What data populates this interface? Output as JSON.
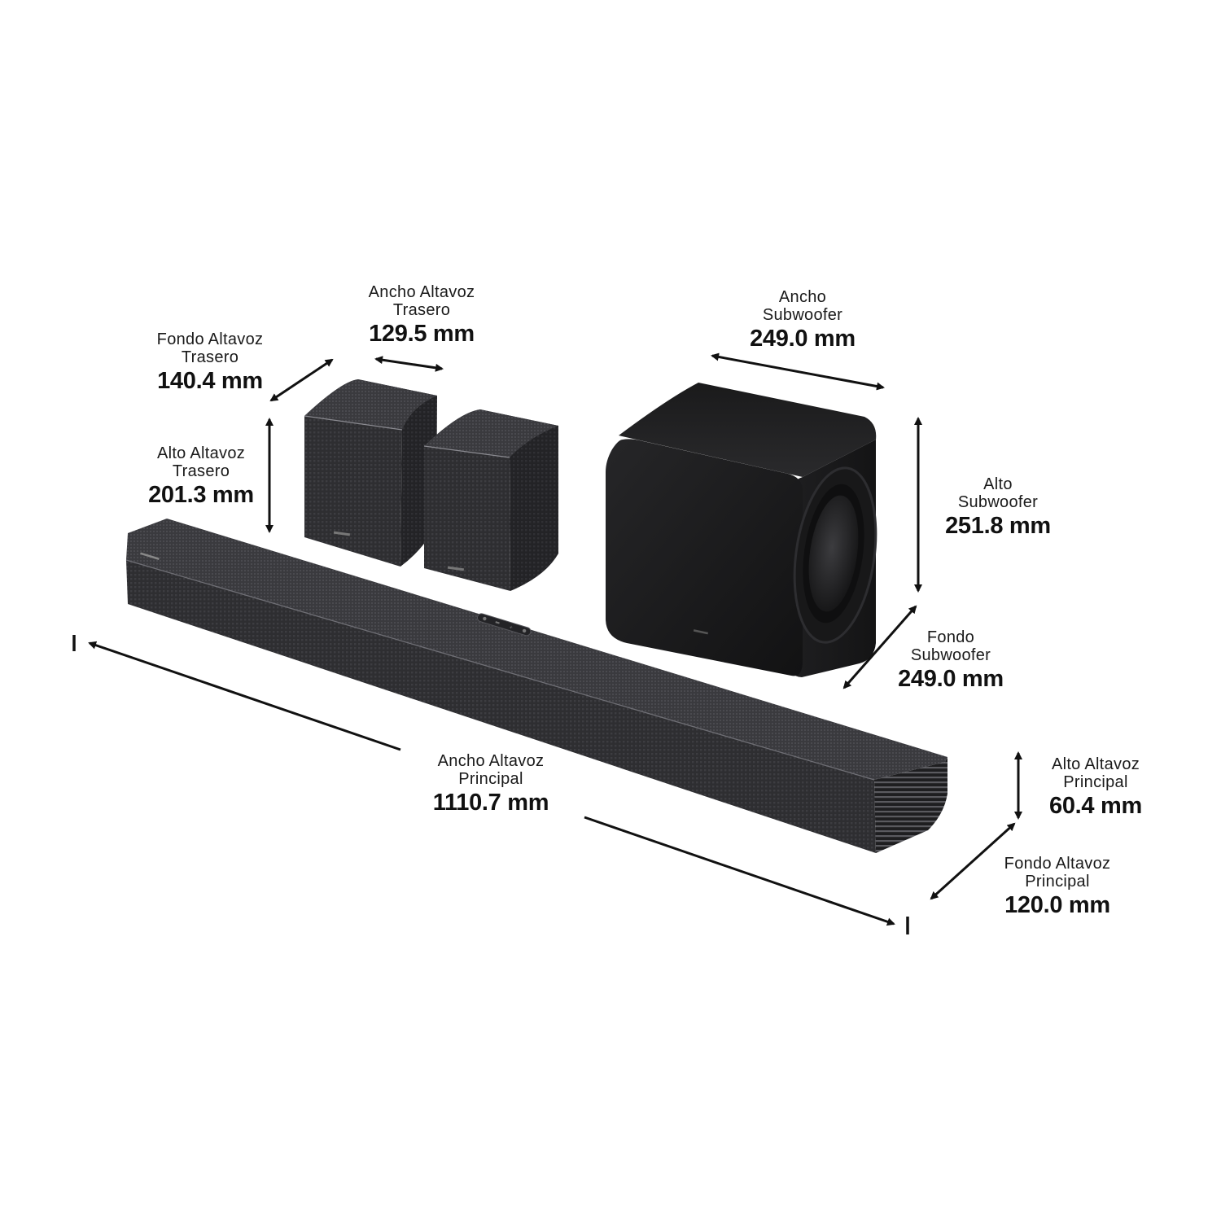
{
  "figure": {
    "subject": "Soundbar system dimensions",
    "colors": {
      "background": "#ffffff",
      "product_dark": "#1c1c1e",
      "product_mid": "#2c2c2e",
      "product_light": "#3a3a3d",
      "arrow": "#111111"
    }
  },
  "dimensions": {
    "rear_depth": {
      "name_line1": "Fondo Altavoz",
      "name_line2": "Trasero",
      "value": "140.4 mm"
    },
    "rear_width": {
      "name_line1": "Ancho Altavoz",
      "name_line2": "Trasero",
      "value": "129.5 mm"
    },
    "rear_height": {
      "name_line1": "Alto Altavoz",
      "name_line2": "Trasero",
      "value": "201.3 mm"
    },
    "sub_width": {
      "name_line1": "Ancho",
      "name_line2": "Subwoofer",
      "value": "249.0 mm"
    },
    "sub_height": {
      "name_line1": "Alto",
      "name_line2": "Subwoofer",
      "value": "251.8 mm"
    },
    "sub_depth": {
      "name_line1": "Fondo",
      "name_line2": "Subwoofer",
      "value": "249.0 mm"
    },
    "main_width": {
      "name_line1": "Ancho Altavoz",
      "name_line2": "Principal",
      "value": "1110.7 mm"
    },
    "main_height": {
      "name_line1": "Alto Altavoz",
      "name_line2": "Principal",
      "value": "60.4 mm"
    },
    "main_depth": {
      "name_line1": "Fondo Altavoz",
      "name_line2": "Principal",
      "value": "120.0 mm"
    }
  },
  "products": [
    {
      "id": "rear-speaker-left",
      "type": "rear speaker"
    },
    {
      "id": "rear-speaker-right",
      "type": "rear speaker"
    },
    {
      "id": "subwoofer",
      "type": "subwoofer"
    },
    {
      "id": "soundbar",
      "type": "main speaker"
    }
  ]
}
